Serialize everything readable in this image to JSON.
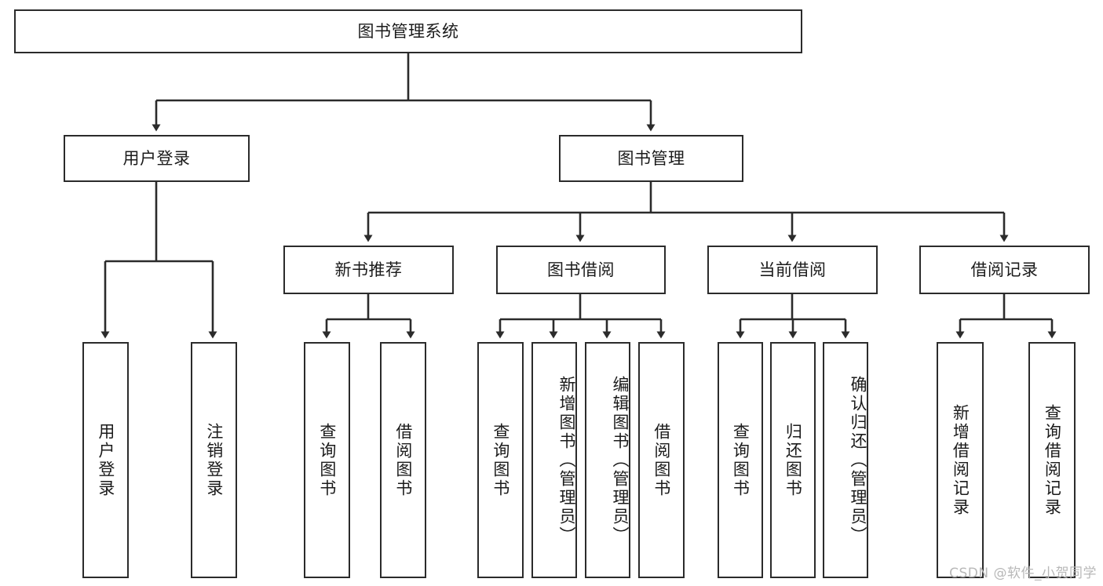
{
  "diagram": {
    "title": "图书管理系统",
    "type": "tree",
    "stroke_color": "#2b2b2b",
    "fill_color": "#ffffff",
    "text_color": "#1b1b1b",
    "root": {
      "label": "图书管理系统"
    },
    "level2": [
      {
        "label": "用户登录"
      },
      {
        "label": "图书管理"
      }
    ],
    "level3": [
      {
        "label": "新书推荐"
      },
      {
        "label": "图书借阅"
      },
      {
        "label": "当前借阅"
      },
      {
        "label": "借阅记录"
      }
    ],
    "leaves": {
      "user_login": [
        {
          "label": "用户登录"
        },
        {
          "label": "注销登录"
        }
      ],
      "new_book_recommend": [
        {
          "label": "查询图书"
        },
        {
          "label": "借阅图书"
        }
      ],
      "book_borrow": [
        {
          "label": "查询图书"
        },
        {
          "label": "新增图书（管理员）"
        },
        {
          "label": "编辑图书（管理员）"
        },
        {
          "label": "借阅图书"
        }
      ],
      "current_borrow": [
        {
          "label": "查询图书"
        },
        {
          "label": "归还图书"
        },
        {
          "label": "确认归还（管理员）"
        }
      ],
      "borrow_record": [
        {
          "label": "新增借阅记录"
        },
        {
          "label": "查询借阅记录"
        }
      ]
    }
  },
  "watermark": {
    "text": "CSDN @软件_小贺同学"
  }
}
